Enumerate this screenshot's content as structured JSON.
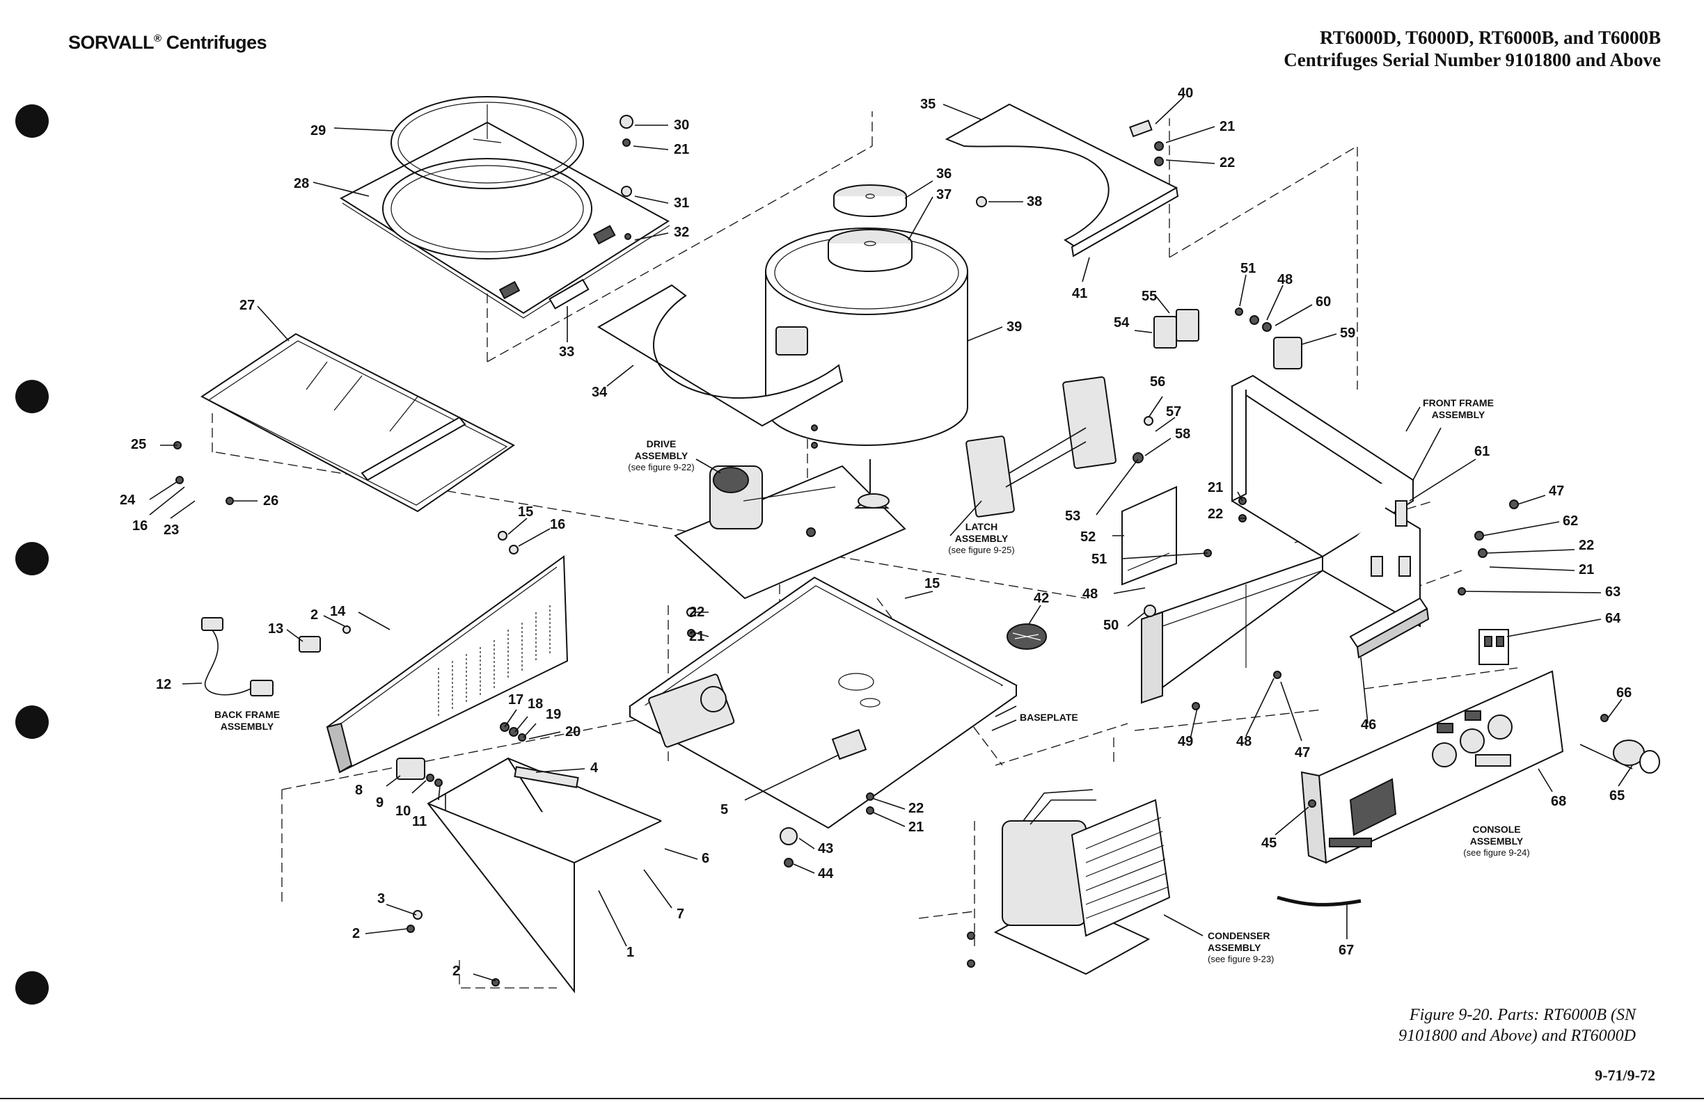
{
  "header": {
    "left_brand": "SORVALL",
    "left_reg": "®",
    "left_suffix": " Centrifuges",
    "right_line1": "RT6000D, T6000D, RT6000B, and T6000B",
    "right_line2": "Centrifuges Serial Number 9101800 and Above"
  },
  "caption": {
    "line1": "Figure 9-20. Parts: RT6000B (SN",
    "line2": "9101800 and Above) and RT6000D"
  },
  "page_number": "9-71/9-72",
  "assemblies": {
    "drive": [
      "DRIVE",
      "ASSEMBLY",
      "(see figure 9-22)"
    ],
    "latch": [
      "LATCH",
      "ASSEMBLY",
      "(see figure 9-25)"
    ],
    "front_frame": [
      "FRONT FRAME",
      "ASSEMBLY"
    ],
    "back_frame": [
      "BACK FRAME",
      "ASSEMBLY"
    ],
    "baseplate": "BASEPLATE",
    "console": [
      "CONSOLE",
      "ASSEMBLY",
      "(see figure 9-24)"
    ],
    "condenser": [
      "CONDENSER",
      "ASSEMBLY",
      "(see figure 9-23)"
    ]
  },
  "callouts": [
    {
      "id": "c29",
      "label": "29"
    },
    {
      "id": "c28",
      "label": "28"
    },
    {
      "id": "c30",
      "label": "30"
    },
    {
      "id": "c21a",
      "label": "21"
    },
    {
      "id": "c31",
      "label": "31"
    },
    {
      "id": "c32",
      "label": "32"
    },
    {
      "id": "c33",
      "label": "33"
    },
    {
      "id": "c27",
      "label": "27"
    },
    {
      "id": "c35",
      "label": "35"
    },
    {
      "id": "c36",
      "label": "36"
    },
    {
      "id": "c37",
      "label": "37"
    },
    {
      "id": "c38",
      "label": "38"
    },
    {
      "id": "c39",
      "label": "39"
    },
    {
      "id": "c34",
      "label": "34"
    },
    {
      "id": "c40",
      "label": "40"
    },
    {
      "id": "c21b",
      "label": "21"
    },
    {
      "id": "c22a",
      "label": "22"
    },
    {
      "id": "c41",
      "label": "41"
    },
    {
      "id": "c51a",
      "label": "51"
    },
    {
      "id": "c48a",
      "label": "48"
    },
    {
      "id": "c60",
      "label": "60"
    },
    {
      "id": "c59",
      "label": "59"
    },
    {
      "id": "c55",
      "label": "55"
    },
    {
      "id": "c54",
      "label": "54"
    },
    {
      "id": "c56",
      "label": "56"
    },
    {
      "id": "c57",
      "label": "57"
    },
    {
      "id": "c58",
      "label": "58"
    },
    {
      "id": "c61",
      "label": "61"
    },
    {
      "id": "c21c",
      "label": "21"
    },
    {
      "id": "c22b",
      "label": "22"
    },
    {
      "id": "c47a",
      "label": "47"
    },
    {
      "id": "c62",
      "label": "62"
    },
    {
      "id": "c22c",
      "label": "22"
    },
    {
      "id": "c21d",
      "label": "21"
    },
    {
      "id": "c63",
      "label": "63"
    },
    {
      "id": "c64",
      "label": "64"
    },
    {
      "id": "c53",
      "label": "53"
    },
    {
      "id": "c52",
      "label": "52"
    },
    {
      "id": "c51b",
      "label": "51"
    },
    {
      "id": "c48b",
      "label": "48"
    },
    {
      "id": "c50",
      "label": "50"
    },
    {
      "id": "c25",
      "label": "25"
    },
    {
      "id": "c24",
      "label": "24"
    },
    {
      "id": "c16a",
      "label": "16"
    },
    {
      "id": "c23",
      "label": "23"
    },
    {
      "id": "c26",
      "label": "26"
    },
    {
      "id": "c15a",
      "label": "15"
    },
    {
      "id": "c16b",
      "label": "16"
    },
    {
      "id": "c15b",
      "label": "15"
    },
    {
      "id": "c42",
      "label": "42"
    },
    {
      "id": "c22d",
      "label": "22"
    },
    {
      "id": "c21e",
      "label": "21"
    },
    {
      "id": "c13",
      "label": "13"
    },
    {
      "id": "c2a",
      "label": "2"
    },
    {
      "id": "c14",
      "label": "14"
    },
    {
      "id": "c12",
      "label": "12"
    },
    {
      "id": "c17",
      "label": "17"
    },
    {
      "id": "c18",
      "label": "18"
    },
    {
      "id": "c19",
      "label": "19"
    },
    {
      "id": "c20",
      "label": "20"
    },
    {
      "id": "c8",
      "label": "8"
    },
    {
      "id": "c9",
      "label": "9"
    },
    {
      "id": "c10",
      "label": "10"
    },
    {
      "id": "c11",
      "label": "11"
    },
    {
      "id": "c4",
      "label": "4"
    },
    {
      "id": "c5",
      "label": "5"
    },
    {
      "id": "c6",
      "label": "6"
    },
    {
      "id": "c7",
      "label": "7"
    },
    {
      "id": "c1",
      "label": "1"
    },
    {
      "id": "c3",
      "label": "3"
    },
    {
      "id": "c2b",
      "label": "2"
    },
    {
      "id": "c2c",
      "label": "2"
    },
    {
      "id": "c22e",
      "label": "22"
    },
    {
      "id": "c21f",
      "label": "21"
    },
    {
      "id": "c43",
      "label": "43"
    },
    {
      "id": "c44",
      "label": "44"
    },
    {
      "id": "c49",
      "label": "49"
    },
    {
      "id": "c48c",
      "label": "48"
    },
    {
      "id": "c47b",
      "label": "47"
    },
    {
      "id": "c46",
      "label": "46"
    },
    {
      "id": "c45",
      "label": "45"
    },
    {
      "id": "c66",
      "label": "66"
    },
    {
      "id": "c65",
      "label": "65"
    },
    {
      "id": "c68",
      "label": "68"
    },
    {
      "id": "c67",
      "label": "67"
    }
  ]
}
